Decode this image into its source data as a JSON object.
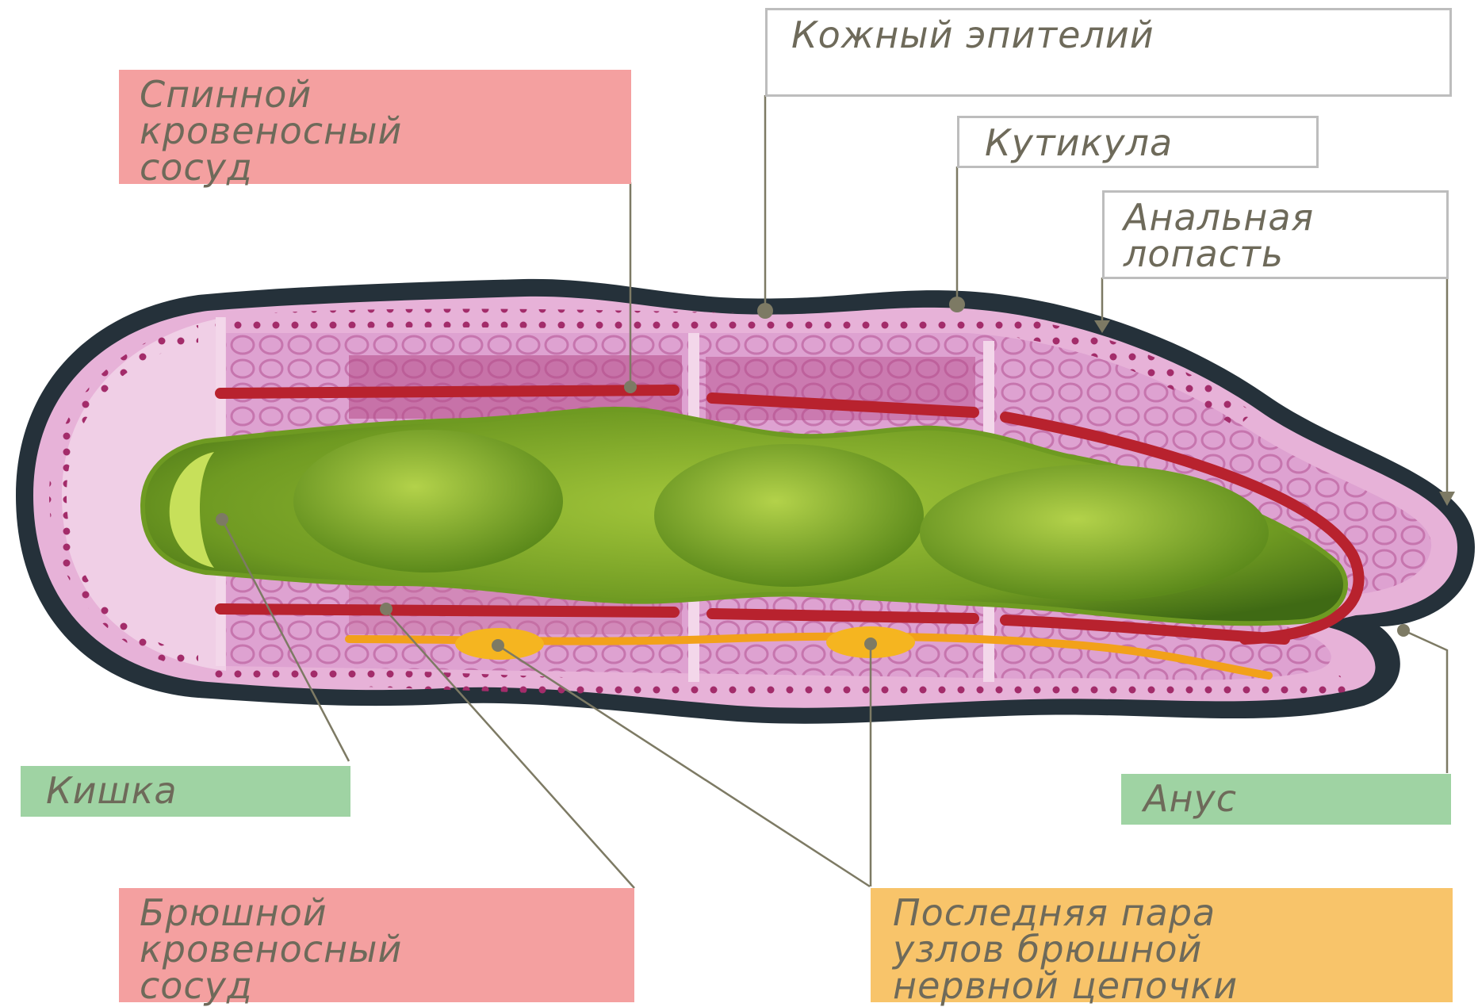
{
  "labels": {
    "dorsal_vessel": "Спинной\nкровеносный\nсосуд",
    "skin_epithelium": "Кожный эпителий",
    "cuticle": "Кутикула",
    "anal_lobe": "Анальная\nлопасть",
    "intestine": "Кишка",
    "anus": "Анус",
    "ventral_vessel": "Брюшной\nкровеносный\nсосуд",
    "nerve_ganglia": "Последняя пара\nузлов брюшной\nнервной цепочки"
  },
  "colors": {
    "label_red": "#f4a0a0",
    "label_green": "#9fd3a3",
    "label_orange": "#f8c46a",
    "body_pink": "#e3a6cf",
    "outer_skin": "#25313a",
    "intestine_green": "#7fae2a",
    "blood_vessel": "#b8222e",
    "nerve_cord": "#f2a11a",
    "leader_line": "#7d7a64"
  }
}
